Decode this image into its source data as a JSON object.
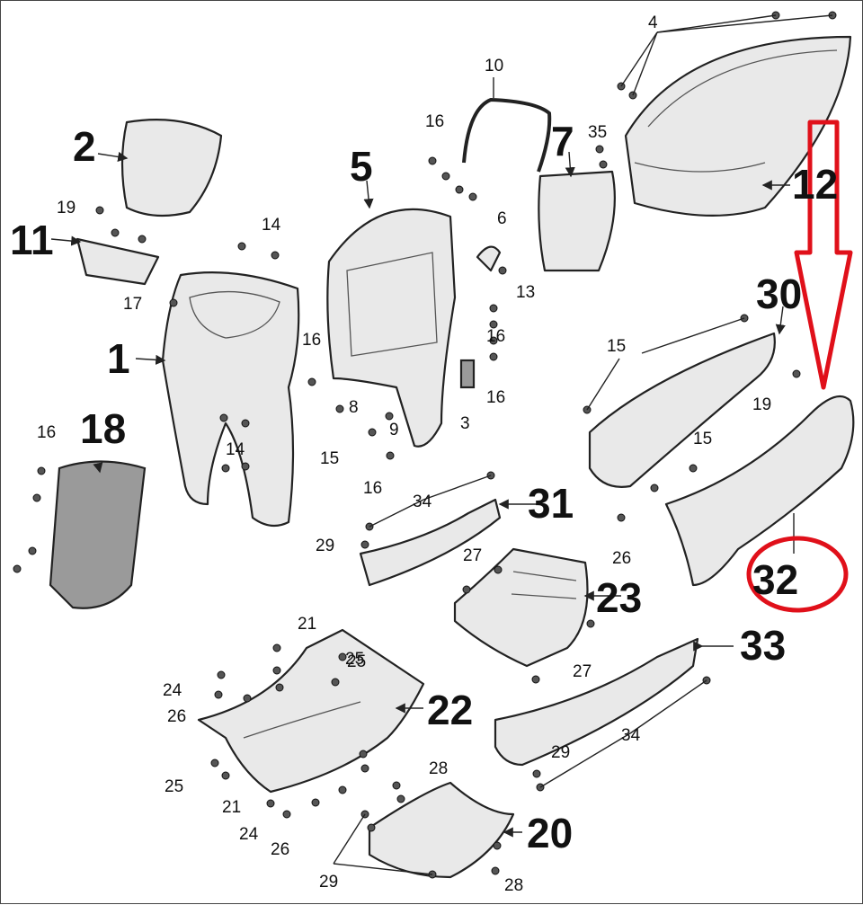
{
  "diagram": {
    "labels_big": [
      "2",
      "11",
      "1",
      "18",
      "5",
      "7",
      "12",
      "30",
      "31",
      "23",
      "32",
      "33",
      "22",
      "20"
    ],
    "labels_small": [
      "19",
      "17",
      "14",
      "14",
      "16",
      "16",
      "8",
      "9",
      "15",
      "16",
      "16",
      "16",
      "10",
      "35",
      "4",
      "6",
      "13",
      "16",
      "3",
      "15",
      "19",
      "15",
      "26",
      "34",
      "29",
      "27",
      "27",
      "21",
      "25",
      "24",
      "26",
      "25",
      "21",
      "24",
      "26",
      "28",
      "29",
      "28",
      "29",
      "34",
      "25"
    ]
  }
}
